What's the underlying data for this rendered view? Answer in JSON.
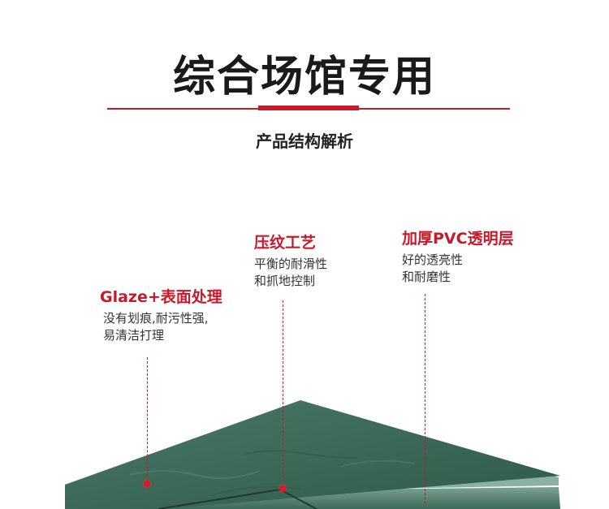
{
  "header": {
    "title": "综合场馆专用",
    "subtitle": "产品结构解析"
  },
  "features": [
    {
      "title": "Glaze+表面处理",
      "lines": [
        "没有划痕,耐污性强,",
        "易清洁打理"
      ]
    },
    {
      "title": "压纹工艺",
      "lines": [
        "平衡的耐滑性",
        "和抓地控制"
      ]
    },
    {
      "title": "加厚PVC透明层",
      "lines": [
        "好的透亮性",
        "和耐磨性"
      ]
    }
  ],
  "colors": {
    "accent": "#c8192b",
    "floor_top": "#3f6b5a",
    "floor_edge": "#5f8a78"
  }
}
